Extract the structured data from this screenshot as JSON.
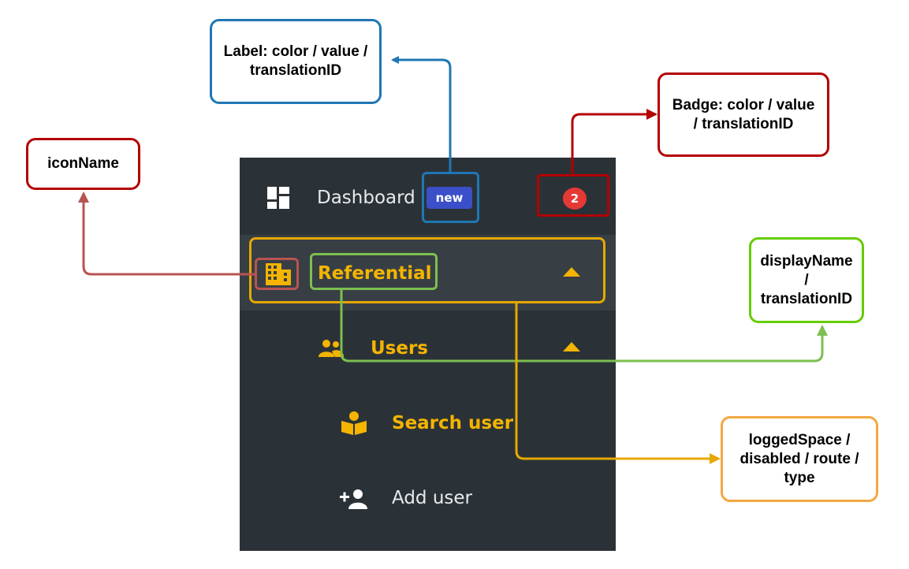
{
  "menu": {
    "dashboard": {
      "label": "Dashboard",
      "chip": "new",
      "badge": "2",
      "icon": "dashboard-icon"
    },
    "referential": {
      "label": "Referential",
      "icon": "building-icon"
    },
    "users": {
      "label": "Users",
      "icon": "users-icon"
    },
    "search_user": {
      "label": "Search user",
      "icon": "reader-icon"
    },
    "add_user": {
      "label": "Add user",
      "icon": "add-user-icon"
    }
  },
  "annotations": {
    "label": {
      "line1": "Label: color / value /",
      "line2": "translationID"
    },
    "badge": {
      "line1": "Badge: color / value",
      "line2": "/ translationID"
    },
    "icon_name": {
      "text": "iconName"
    },
    "display_name": {
      "line1": "displayName",
      "line2": "/",
      "line3": "translationID"
    },
    "logged_space": {
      "line1": "loggedSpace /",
      "line2": "disabled / route /",
      "line3": "type"
    }
  },
  "colors": {
    "panel": "#2b3237",
    "active": "#f4b400",
    "chip": "#3b4fc8",
    "badge": "#e53935",
    "blue": "#1f77b4",
    "red": "#b30000",
    "green": "#7dbf50",
    "lime": "#66cc00",
    "orange": "#e6a800",
    "peach": "#f5a742",
    "salmon": "#b85450"
  }
}
